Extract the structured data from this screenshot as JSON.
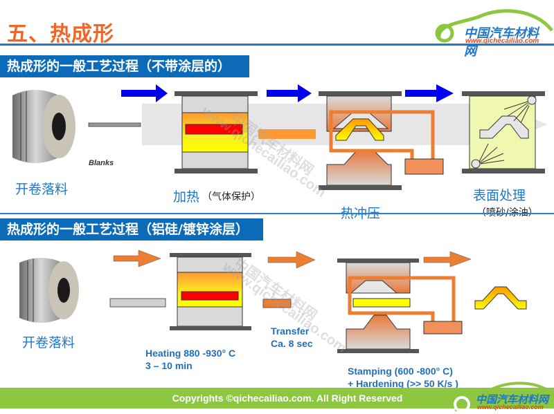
{
  "header": {
    "title": "五、热成形",
    "logo": {
      "name": "中国汽车材料网",
      "url": "www.qichecailiao.com"
    }
  },
  "section1": {
    "heading": "热成形的一般工艺过程（不带涂层的）",
    "steps": [
      {
        "label": "开卷落料"
      },
      {
        "label": "加热",
        "note": "（气体保护）"
      },
      {
        "label": "热冲压"
      },
      {
        "label": "表面处理",
        "note": "（喷砂/涂油）"
      }
    ],
    "blanks_label": "Blanks",
    "arrow_color": "#0000ee"
  },
  "section2": {
    "heading": "热成形的一般工艺过程（铝硅/镀锌涂层）",
    "steps": [
      {
        "label": "开卷落料"
      },
      {
        "label_line1": "Heating 880 -930°  C",
        "label_line2": "3 – 10 min"
      },
      {
        "label_line1": "Transfer",
        "label_line2": "Ca. 8 sec"
      },
      {
        "label_line1": "Stamping (600 -800°  C)",
        "label_line2": "+ Hardening (>> 50 K/s )"
      }
    ],
    "arrow_color": "#ed7d31"
  },
  "watermarks": [
    "www.qichecailiao.com",
    "中国汽车材料网"
  ],
  "footer": {
    "copyright": "Copyrights ©qichecailiao.com. All Right Reserved",
    "logo": {
      "name": "中国汽车材料网",
      "url": "www.qichecailiao.com"
    }
  },
  "colors": {
    "title": "#f26522",
    "section_bar": "#0c6bb8",
    "footer": "#8dc63f",
    "heat_red": "#ff0000",
    "yellow": "#ffff00",
    "orange": "#ed7d31"
  }
}
